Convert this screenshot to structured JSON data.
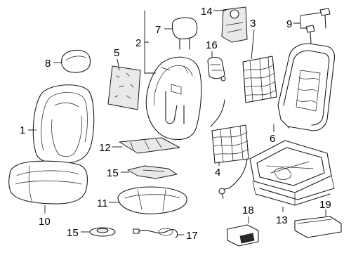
{
  "diagram": {
    "callouts": [
      {
        "id": "c1",
        "label": "1"
      },
      {
        "id": "c2",
        "label": "2"
      },
      {
        "id": "c3",
        "label": "3"
      },
      {
        "id": "c4",
        "label": "4"
      },
      {
        "id": "c5",
        "label": "5"
      },
      {
        "id": "c6",
        "label": "6"
      },
      {
        "id": "c7",
        "label": "7"
      },
      {
        "id": "c8",
        "label": "8"
      },
      {
        "id": "c9",
        "label": "9"
      },
      {
        "id": "c10",
        "label": "10"
      },
      {
        "id": "c11",
        "label": "11"
      },
      {
        "id": "c12",
        "label": "12"
      },
      {
        "id": "c13",
        "label": "13"
      },
      {
        "id": "c14",
        "label": "14"
      },
      {
        "id": "c15a",
        "label": "15"
      },
      {
        "id": "c15b",
        "label": "15"
      },
      {
        "id": "c16",
        "label": "16"
      },
      {
        "id": "c17",
        "label": "17"
      },
      {
        "id": "c18",
        "label": "18"
      },
      {
        "id": "c19",
        "label": "19"
      }
    ]
  }
}
